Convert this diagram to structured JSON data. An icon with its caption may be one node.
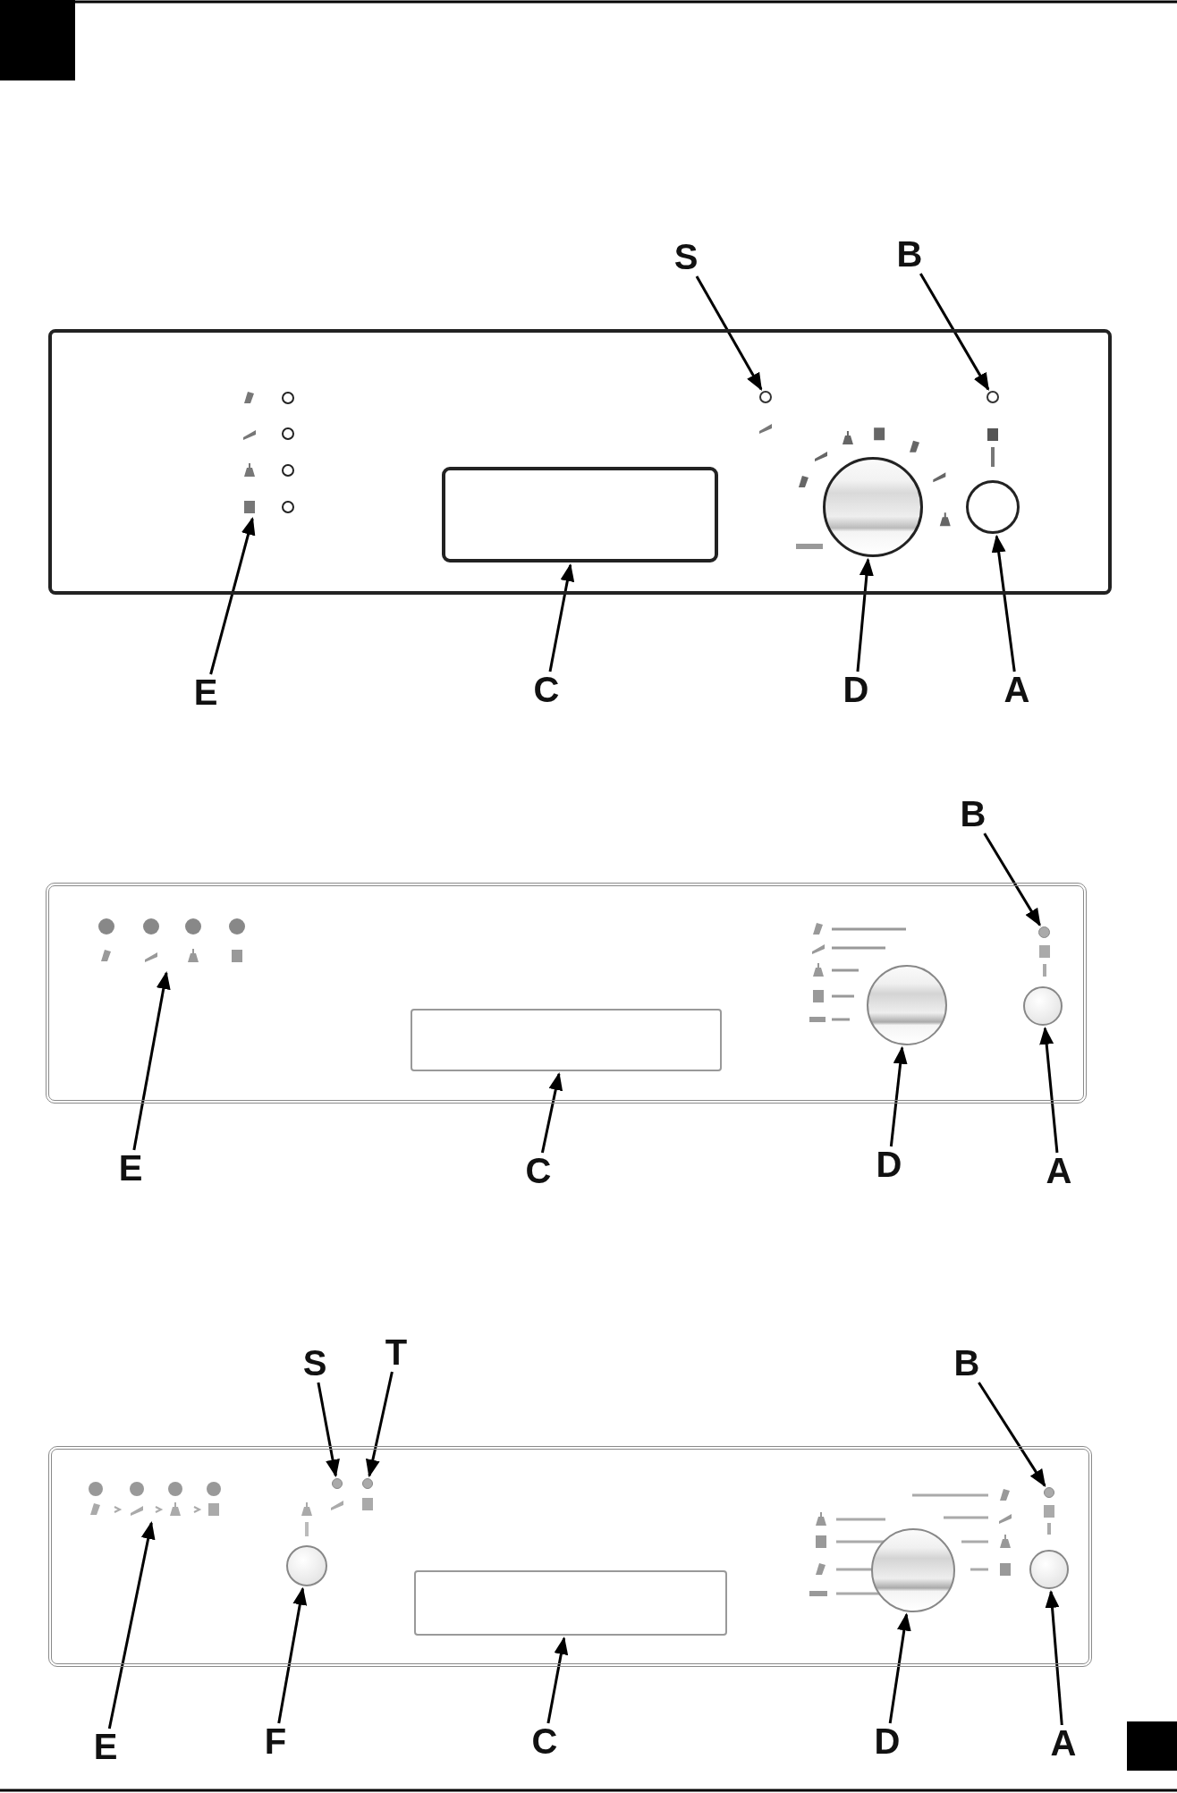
{
  "diagram": {
    "nodes": [
      {
        "text": [
          "S"
        ]
      },
      {
        "text": [
          "B"
        ]
      },
      {
        "text": [],
        "shape": "box"
      },
      {
        "text": [],
        "shape": "circle",
        "in": 2
      },
      {
        "text": [],
        "shape": "circle",
        "in": 2
      },
      {
        "text": [],
        "shape": "circle",
        "in": 2
      },
      {
        "text": [],
        "shape": "box",
        "in": 2
      },
      {
        "text": [],
        "shape": "circle",
        "in": 2
      },
      {
        "text": [],
        "shape": "circle",
        "in": 2
      },
      {
        "text": [
          "E"
        ]
      },
      {
        "text": [
          "C"
        ]
      },
      {
        "text": [
          "D"
        ]
      },
      {
        "text": [
          "A"
        ]
      },
      {
        "text": [
          "B"
        ]
      },
      {
        "text": [],
        "shape": "box"
      },
      {
        "text": [],
        "shape": "circle",
        "in": 14
      },
      {
        "text": [],
        "shape": "circle",
        "in": 14
      },
      {
        "text": [],
        "shape": "box",
        "in": 14
      },
      {
        "text": [],
        "shape": "circle",
        "in": 14
      },
      {
        "text": [],
        "shape": "circle",
        "in": 14
      },
      {
        "text": [
          "E"
        ]
      },
      {
        "text": [
          "C"
        ]
      },
      {
        "text": [
          "D"
        ]
      },
      {
        "text": [
          "A"
        ]
      },
      {
        "text": [
          "S"
        ]
      },
      {
        "text": [
          "T"
        ]
      },
      {
        "text": [
          "B"
        ]
      },
      {
        "text": [],
        "shape": "box"
      },
      {
        "text": [],
        "shape": "circle",
        "in": 27
      },
      {
        "text": [],
        "shape": "circle",
        "in": 27
      },
      {
        "text": [],
        "shape": "circle",
        "in": 27
      },
      {
        "text": [],
        "shape": "circle",
        "in": 27
      },
      {
        "text": [],
        "shape": "circle",
        "in": 27
      },
      {
        "text": [],
        "shape": "box",
        "in": 27
      },
      {
        "text": [],
        "shape": "circle",
        "in": 27
      },
      {
        "text": [],
        "shape": "circle",
        "in": 27
      },
      {
        "text": [
          "E"
        ]
      },
      {
        "text": [
          "F"
        ]
      },
      {
        "text": [
          "C"
        ]
      },
      {
        "text": [
          "D"
        ]
      },
      {
        "text": [
          "A"
        ]
      }
    ],
    "edges": [
      {
        "from": 0,
        "to": 3,
        "arrow": "to"
      },
      {
        "from": 1,
        "to": 4,
        "arrow": "to"
      },
      {
        "from": 9,
        "to": 5,
        "arrow": "to"
      },
      {
        "from": 10,
        "to": 6,
        "arrow": "to"
      },
      {
        "from": 11,
        "to": 7,
        "arrow": "to"
      },
      {
        "from": 12,
        "to": 8,
        "arrow": "to"
      },
      {
        "from": 13,
        "to": 15,
        "arrow": "to"
      },
      {
        "from": 20,
        "to": 16,
        "arrow": "to"
      },
      {
        "from": 21,
        "to": 17,
        "arrow": "to"
      },
      {
        "from": 22,
        "to": 18,
        "arrow": "to"
      },
      {
        "from": 23,
        "to": 19,
        "arrow": "to"
      },
      {
        "from": 24,
        "to": 28,
        "arrow": "to"
      },
      {
        "from": 25,
        "to": 29,
        "arrow": "to"
      },
      {
        "from": 26,
        "to": 30,
        "arrow": "to"
      },
      {
        "from": 36,
        "to": 31,
        "arrow": "to"
      },
      {
        "from": 37,
        "to": 32,
        "arrow": "to"
      },
      {
        "from": 38,
        "to": 33,
        "arrow": "to"
      },
      {
        "from": 39,
        "to": 34,
        "arrow": "to"
      },
      {
        "from": 40,
        "to": 35,
        "arrow": "to"
      }
    ]
  }
}
